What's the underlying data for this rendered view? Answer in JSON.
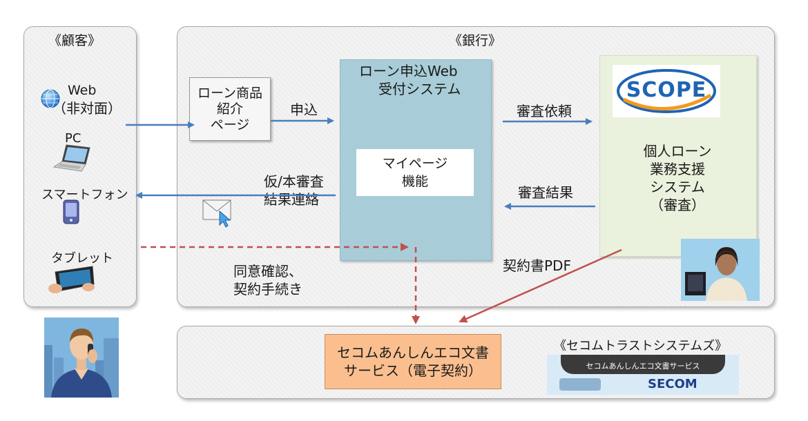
{
  "customer": {
    "title": "《顧客》",
    "web_line1": "Web",
    "web_line2": "（非対面）",
    "pc": "PC",
    "smartphone": "スマートフォン",
    "tablet": "タブレット"
  },
  "bank": {
    "title": "《銀行》",
    "loan_product": [
      "ローン商品",
      "紹介",
      "ページ"
    ],
    "apply": "申込",
    "web_system": [
      "ローン申込Web",
      "受付システム"
    ],
    "mypage": [
      "マイページ",
      "機能"
    ],
    "review_request": "審査依頼",
    "review_result": "審査結果",
    "notify": [
      "仮/本審査",
      "結果連絡"
    ],
    "scope_logo": "SCOPE",
    "personal_loan": [
      "個人ローン",
      "業務支援",
      "システム",
      "（審査）"
    ],
    "consent": [
      "同意確認、",
      "契約手続き"
    ],
    "contract_pdf": "契約書PDF"
  },
  "secom": {
    "title": "《セコムトラストシステムズ》",
    "service": [
      "セコムあんしんエコ文書",
      "サービス（電子契約）"
    ],
    "banner_text": "セコムあんしんエコ文書サービス",
    "banner_logo": "SECOM"
  },
  "colors": {
    "blue_arrow": "#4a7ebb",
    "red_arrow": "#c0504d",
    "web_system_fill": "#a8cdd8",
    "personal_loan_fill": "#eaf1dd",
    "secom_service_fill": "#fbbf8f",
    "scope_blue": "#1f64b4",
    "scope_orange": "#f39a1e"
  }
}
